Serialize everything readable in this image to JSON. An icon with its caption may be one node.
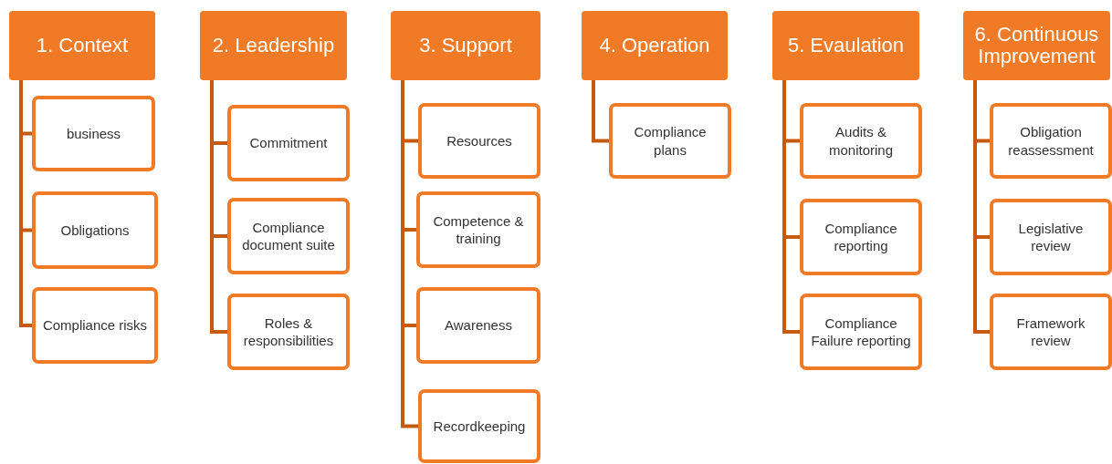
{
  "diagram": {
    "nodes": [
      {
        "text": [
          "1. Context"
        ]
      },
      {
        "text": [
          "business"
        ]
      },
      {
        "text": [
          "Obligations"
        ]
      },
      {
        "text": [
          "Compliance risks"
        ]
      },
      {
        "text": [
          "2. Leadership"
        ]
      },
      {
        "text": [
          "Commitment"
        ]
      },
      {
        "text": [
          "Compliance document suite"
        ]
      },
      {
        "text": [
          "Roles & responsibilities"
        ]
      },
      {
        "text": [
          "3. Support"
        ]
      },
      {
        "text": [
          "Resources"
        ]
      },
      {
        "text": [
          "Competence & training"
        ]
      },
      {
        "text": [
          "Awareness"
        ]
      },
      {
        "text": [
          "Recordkeeping"
        ]
      },
      {
        "text": [
          "4. Operation"
        ]
      },
      {
        "text": [
          "Compliance plans"
        ]
      },
      {
        "text": [
          "5. Evaulation"
        ]
      },
      {
        "text": [
          "Audits & monitoring"
        ]
      },
      {
        "text": [
          "Compliance reporting"
        ]
      },
      {
        "text": [
          "Compliance Failure reporting"
        ]
      },
      {
        "text": [
          "6. Continuous Improvement"
        ]
      },
      {
        "text": [
          "Obligation reassessment"
        ]
      },
      {
        "text": [
          "Legislative review"
        ]
      },
      {
        "text": [
          "Framework review"
        ]
      }
    ],
    "edges": [
      {
        "from": 0,
        "to": 1,
        "arrow": "none"
      },
      {
        "from": 0,
        "to": 2,
        "arrow": "none"
      },
      {
        "from": 0,
        "to": 3,
        "arrow": "none"
      },
      {
        "from": 4,
        "to": 5,
        "arrow": "none"
      },
      {
        "from": 4,
        "to": 6,
        "arrow": "none"
      },
      {
        "from": 4,
        "to": 7,
        "arrow": "none"
      },
      {
        "from": 8,
        "to": 9,
        "arrow": "none"
      },
      {
        "from": 8,
        "to": 10,
        "arrow": "none"
      },
      {
        "from": 8,
        "to": 11,
        "arrow": "none"
      },
      {
        "from": 8,
        "to": 12,
        "arrow": "none"
      },
      {
        "from": 13,
        "to": 14,
        "arrow": "none"
      },
      {
        "from": 15,
        "to": 16,
        "arrow": "none"
      },
      {
        "from": 15,
        "to": 17,
        "arrow": "none"
      },
      {
        "from": 15,
        "to": 18,
        "arrow": "none"
      },
      {
        "from": 19,
        "to": 20,
        "arrow": "none"
      },
      {
        "from": 19,
        "to": 21,
        "arrow": "none"
      },
      {
        "from": 19,
        "to": 22,
        "arrow": "none"
      }
    ]
  }
}
